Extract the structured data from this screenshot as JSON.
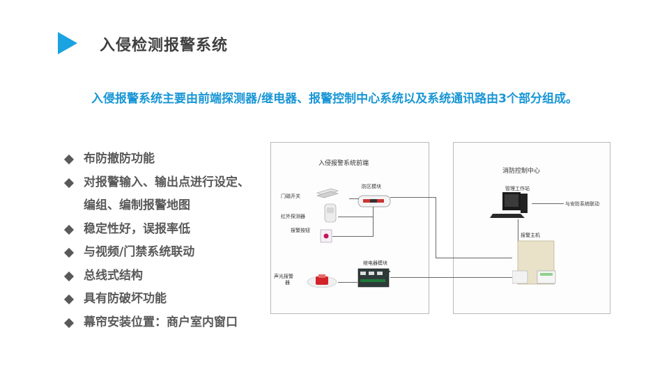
{
  "header": {
    "title": "入侵检测报警系统",
    "accent_color": "#1aa3e0"
  },
  "subtitle": "入侵报警系统主要由前端探测器/继电器、报警控制中心系统以及系统通讯路由3个部分组成。",
  "features": [
    "布防撤防功能",
    "对报警输入、输出点进行设定、",
    "编组、编制报警地图",
    "稳定性好，误报率低",
    "与视频/门禁系统联动",
    "总线式结构",
    "具有防破坏功能",
    "幕帘安装位置：商户室内窗口"
  ],
  "diagram": {
    "front_title": "入侵报警系统前端",
    "door_switch": "门磁开关",
    "zone_module": "防区模块",
    "ir_detector": "红外探测器",
    "alarm_button": "报警按钮",
    "relay_module": "继电器模块",
    "siren_line1": "声光报警",
    "siren_line2": "器",
    "center_title": "消防控制中心",
    "workstation": "管理工作站",
    "security_link": "与安防系统联动",
    "alarm_host": "报警主机"
  }
}
